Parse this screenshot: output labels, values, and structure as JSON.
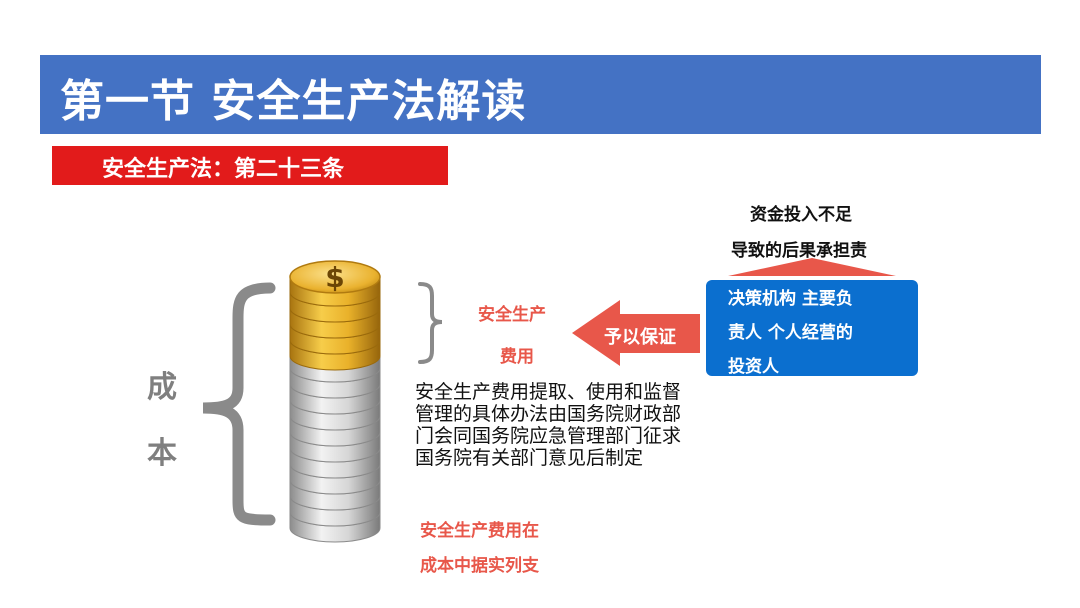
{
  "header": {
    "title": "第一节  安全生产法解读"
  },
  "subheader": {
    "label": "安全生产法：第二十三条"
  },
  "illustration": {
    "dollar_symbol": "$",
    "cost_label_1": "成",
    "cost_label_2": "本"
  },
  "fee": {
    "line1": "安全生产",
    "line2": "费用"
  },
  "description": "安全生产费用提取、使用和监督管理的具体办法由国务院财政部门会同国务院应急管理部门征求国务院有关部门意见后制定",
  "cost_note": {
    "line1": "安全生产费用在",
    "line2": "成本中据实列支"
  },
  "arrow": {
    "label": "予以保证"
  },
  "responsibility": {
    "line1": "资金投入不足",
    "line2": "导致的后果承担责"
  },
  "responsible_box": {
    "line1": "决策机构 主要负",
    "line2": "责人 个人经营的",
    "line3": "投资人"
  },
  "colors": {
    "banner": "#4472c4",
    "subheader": "#e21b1b",
    "accent": "#e8574a",
    "box": "#0b6fcf",
    "gold": "#e0a820",
    "silver": "#c9c9c9"
  }
}
